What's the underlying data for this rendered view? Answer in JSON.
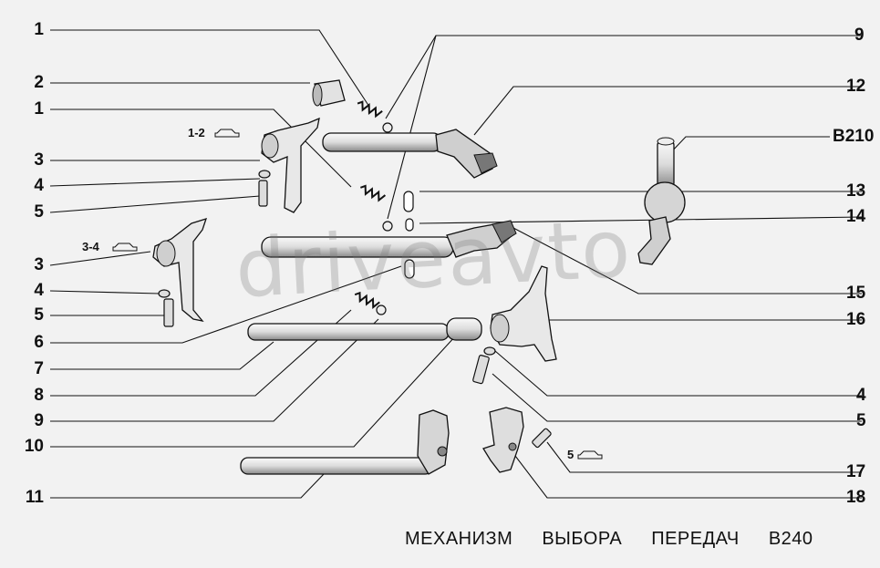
{
  "left_labels": [
    {
      "text": "1"
    },
    {
      "text": "2"
    },
    {
      "text": "1"
    },
    {
      "text": "3"
    },
    {
      "text": "4"
    },
    {
      "text": "5"
    },
    {
      "text": "3"
    },
    {
      "text": "4"
    },
    {
      "text": "5"
    },
    {
      "text": "6"
    },
    {
      "text": "7"
    },
    {
      "text": "8"
    },
    {
      "text": "9"
    },
    {
      "text": "10"
    },
    {
      "text": "11"
    }
  ],
  "right_labels": [
    {
      "text": "9"
    },
    {
      "text": "12"
    },
    {
      "text": "B210"
    },
    {
      "text": "13"
    },
    {
      "text": "14"
    },
    {
      "text": "15"
    },
    {
      "text": "16"
    },
    {
      "text": "4"
    },
    {
      "text": "5"
    },
    {
      "text": "17"
    },
    {
      "text": "18"
    }
  ],
  "model_tags": [
    {
      "text": "1-2"
    },
    {
      "text": "3-4"
    },
    {
      "text": "5"
    }
  ],
  "watermark": "driveavto",
  "caption": {
    "word1": "МЕХАНИЗМ",
    "word2": "ВЫБОРА",
    "word3": "ПЕРЕДАЧ",
    "code": "B240"
  }
}
